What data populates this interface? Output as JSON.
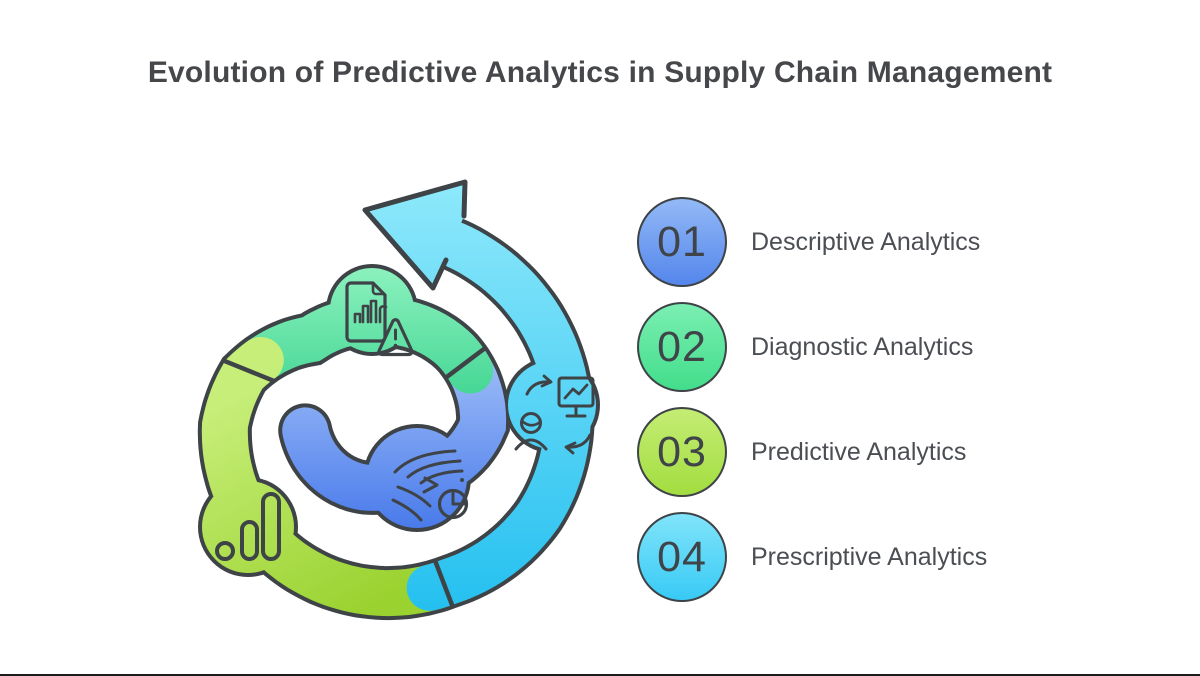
{
  "title": "Evolution of Predictive Analytics in Supply Chain Management",
  "legend": {
    "items": [
      {
        "number": "01",
        "label": "Descriptive Analytics",
        "circle_color_top": "#93B9F6",
        "circle_color_bottom": "#5486EC"
      },
      {
        "number": "02",
        "label": "Diagnostic Analytics",
        "circle_color_top": "#7BEFB2",
        "circle_color_bottom": "#42DD8B"
      },
      {
        "number": "03",
        "label": "Predictive Analytics",
        "circle_color_top": "#C4ED74",
        "circle_color_bottom": "#A3DD40"
      },
      {
        "number": "04",
        "label": "Prescriptive Analytics",
        "circle_color_top": "#81E4FA",
        "circle_color_bottom": "#38CAF5"
      }
    ]
  },
  "diagram": {
    "type": "spiral-cycle-arrow",
    "description": "Spiral arrow growing outward counterclockwise from a rounded blue tail, ending in a large cyan arrowhead pointing up-left",
    "segments": [
      {
        "phase": "Descriptive Analytics",
        "color_name": "blue",
        "icon": "forecast-gust-gauge-icon"
      },
      {
        "phase": "Diagnostic Analytics",
        "color_name": "green",
        "icon": "report-alert-icon"
      },
      {
        "phase": "Predictive Analytics",
        "color_name": "lime",
        "icon": "stats-bars-icon"
      },
      {
        "phase": "Prescriptive Analytics",
        "color_name": "cyan",
        "icon": "person-monitor-sync-icon"
      }
    ]
  },
  "colors": {
    "background": "#ffffff",
    "outline": "#3e4347",
    "title_text": "#45474b",
    "label_text": "#4b4e53",
    "number_text": "#3f4449",
    "bottom_edge": "#1d1d1f",
    "blue_top": "#9ABAF7",
    "blue_bottom": "#4678EA",
    "green_top": "#8DF2BF",
    "green_bottom": "#3AD28E",
    "lime_top": "#C6EE78",
    "lime_bottom": "#9AD22F",
    "cyan_top": "#8FE9FB",
    "cyan_bottom": "#25C0F0"
  }
}
